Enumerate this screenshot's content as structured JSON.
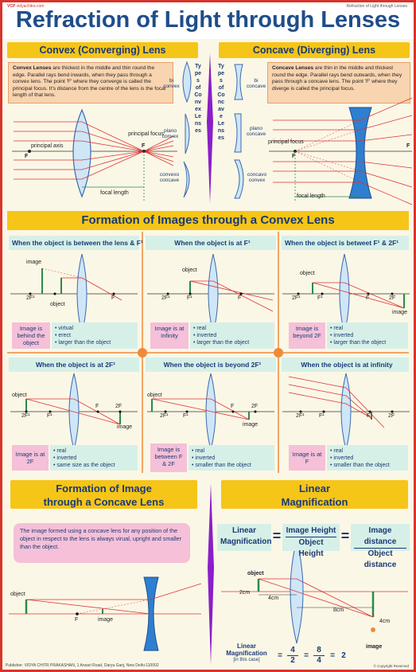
{
  "header": {
    "logo": "VCP",
    "brand": "vidyachitra.com",
    "corner": "Refraction of Light through Lenses",
    "title": "Refraction of Light through Lenses"
  },
  "convex": {
    "band": "Convex (Converging) Lens",
    "desc_bold": "Convex Lenses",
    "desc": " are thickest in the middle and thin round the edge. Parallel rays bend inwards, when they pass through a convex lens. The point 'F' where they converge is called the principal focus. It's distance from the centre of the lens is the focal length of that lens.",
    "principal_axis": "principal axis",
    "principal_focus": "principal focus",
    "f": "F",
    "f1": "F",
    "focal_length": "focal length",
    "types_title": "Types of Convex Lenses",
    "types": [
      "bi convex",
      "plano convex",
      "convexo concave"
    ]
  },
  "concave": {
    "band": "Concave (Diverging) Lens",
    "desc_bold": "Concave Lenses",
    "desc": " are thin in the middle and thickest round the edge. Parallel rays bend outwards, when they pass through a concave lens. The point 'F' where they diverge is called the principal focus.",
    "principal_focus": "principal focus",
    "f": "F",
    "f1": "F",
    "focal_length": "focal length",
    "types_title": "Types of Concave Lenses",
    "types": [
      "bi concave",
      "plano concave",
      "concavo convex"
    ]
  },
  "formation": {
    "band": "Formation of Images through a Convex Lens",
    "cells": [
      {
        "head": "When the object is between the lens & F¹",
        "img": "Image is behind the object",
        "props": [
          "virtual",
          "erect",
          "larger than the object"
        ],
        "labels": [
          "image",
          "object",
          "2F¹",
          "F¹",
          "F"
        ]
      },
      {
        "head": "When the object is at F¹",
        "img": "Image is at Infinity",
        "props": [
          "real",
          "inverted",
          "larger than the object"
        ],
        "labels": [
          "object",
          "2F¹",
          "F¹",
          "F"
        ]
      },
      {
        "head": "When the object is betweet F¹ & 2F¹",
        "img": "Image is beyond 2F",
        "props": [
          "real",
          "inverted",
          "larger than the object"
        ],
        "labels": [
          "object",
          "2F¹",
          "F¹",
          "F",
          "2F",
          "image"
        ]
      },
      {
        "head": "When the object is at 2F¹",
        "img": "Image is at 2F",
        "props": [
          "real",
          "inverted",
          "same size as the object"
        ],
        "labels": [
          "object",
          "2F¹",
          "F¹",
          "F",
          "2F",
          "image"
        ]
      },
      {
        "head": "When the object is beyond 2F¹",
        "img": "Image is between F & 2F",
        "props": [
          "real",
          "inverted",
          "smaller than the object"
        ],
        "labels": [
          "object",
          "2F¹",
          "F¹",
          "F",
          "2F",
          "image"
        ]
      },
      {
        "head": "When the object is at infinity",
        "img": "Image is at F",
        "props": [
          "real",
          "inverted",
          "smaller than the object"
        ],
        "labels": [
          "2F¹",
          "F¹",
          "F",
          "2F"
        ]
      }
    ]
  },
  "concave_image": {
    "band_line1": "Formation of Image",
    "band_line2": "through a Concave Lens",
    "text": "The image formed using a concave lens for any position of the object in respect to the lens is always virual, upright and smaller than the object.",
    "object": "object",
    "f": "F",
    "image": "image"
  },
  "magnification": {
    "band_line1": "Linear",
    "band_line2": "Magnification",
    "lm1": "Linear",
    "lm2": "Magnification",
    "ih": "Image Height",
    "oh": "Object Height",
    "id": "Image distance",
    "od": "Object distance",
    "eq": "=",
    "object": "object",
    "image": "image",
    "d1": "2cm",
    "d2": "4cm",
    "d3": "8cm",
    "d4": "4cm",
    "case1": "Linear",
    "case2": "Magnification",
    "case3": "[in this case]",
    "n1": "4",
    "d_1": "2",
    "n2": "8",
    "d_2": "4",
    "result": "2"
  },
  "footer": {
    "publisher": "Publisher: VIDYA CHITR PRAKASHAN, 1 Ansari Road, Darya Ganj, New Delhi-110002",
    "copyright": "© Copyright Reserved"
  }
}
